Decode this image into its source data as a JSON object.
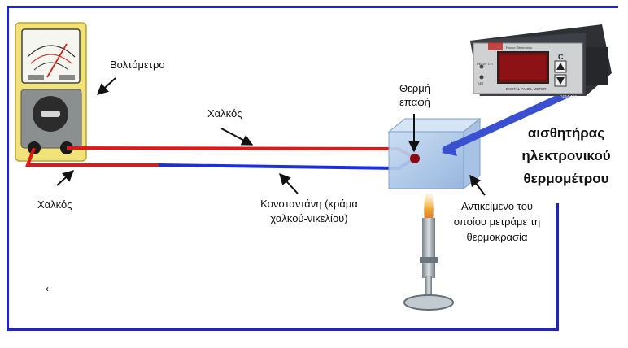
{
  "labels": {
    "voltmeter": "Βολτόμετρο",
    "copper_top": "Χαλκός",
    "copper_left": "Χαλκός",
    "hot_junction_line1": "Θερμή",
    "hot_junction_line2": "επαφή",
    "constantan_line1": "Κονσταντάνη (κράμα",
    "constantan_line2": "χαλκού-νικελίου)",
    "object_line1": "Αντικείμενο του",
    "object_line2": "οποίου μετράμε τη",
    "object_line3": "θερμοκρασία",
    "sensor_line1": "αισθητήρας",
    "sensor_line2": "ηλεκτρονικού",
    "sensor_line3": "θερμομέτρου",
    "stray_mark": "‹"
  },
  "meter_face": {
    "brand": "Rocco Electronics",
    "relay_label": "RELAY CH",
    "set_label": "SET",
    "panel_title": "DIGITAL PANEL METER",
    "unit_button": "C",
    "model": "DPM-400"
  },
  "colors": {
    "frame": "#1f24c8",
    "copper_wire": "#e01818",
    "constantan_wire": "#1e2fd8",
    "sensor_arrow": "#3a50d0",
    "voltmeter_body": "#f2e27a",
    "junction": "#8b0a12"
  }
}
